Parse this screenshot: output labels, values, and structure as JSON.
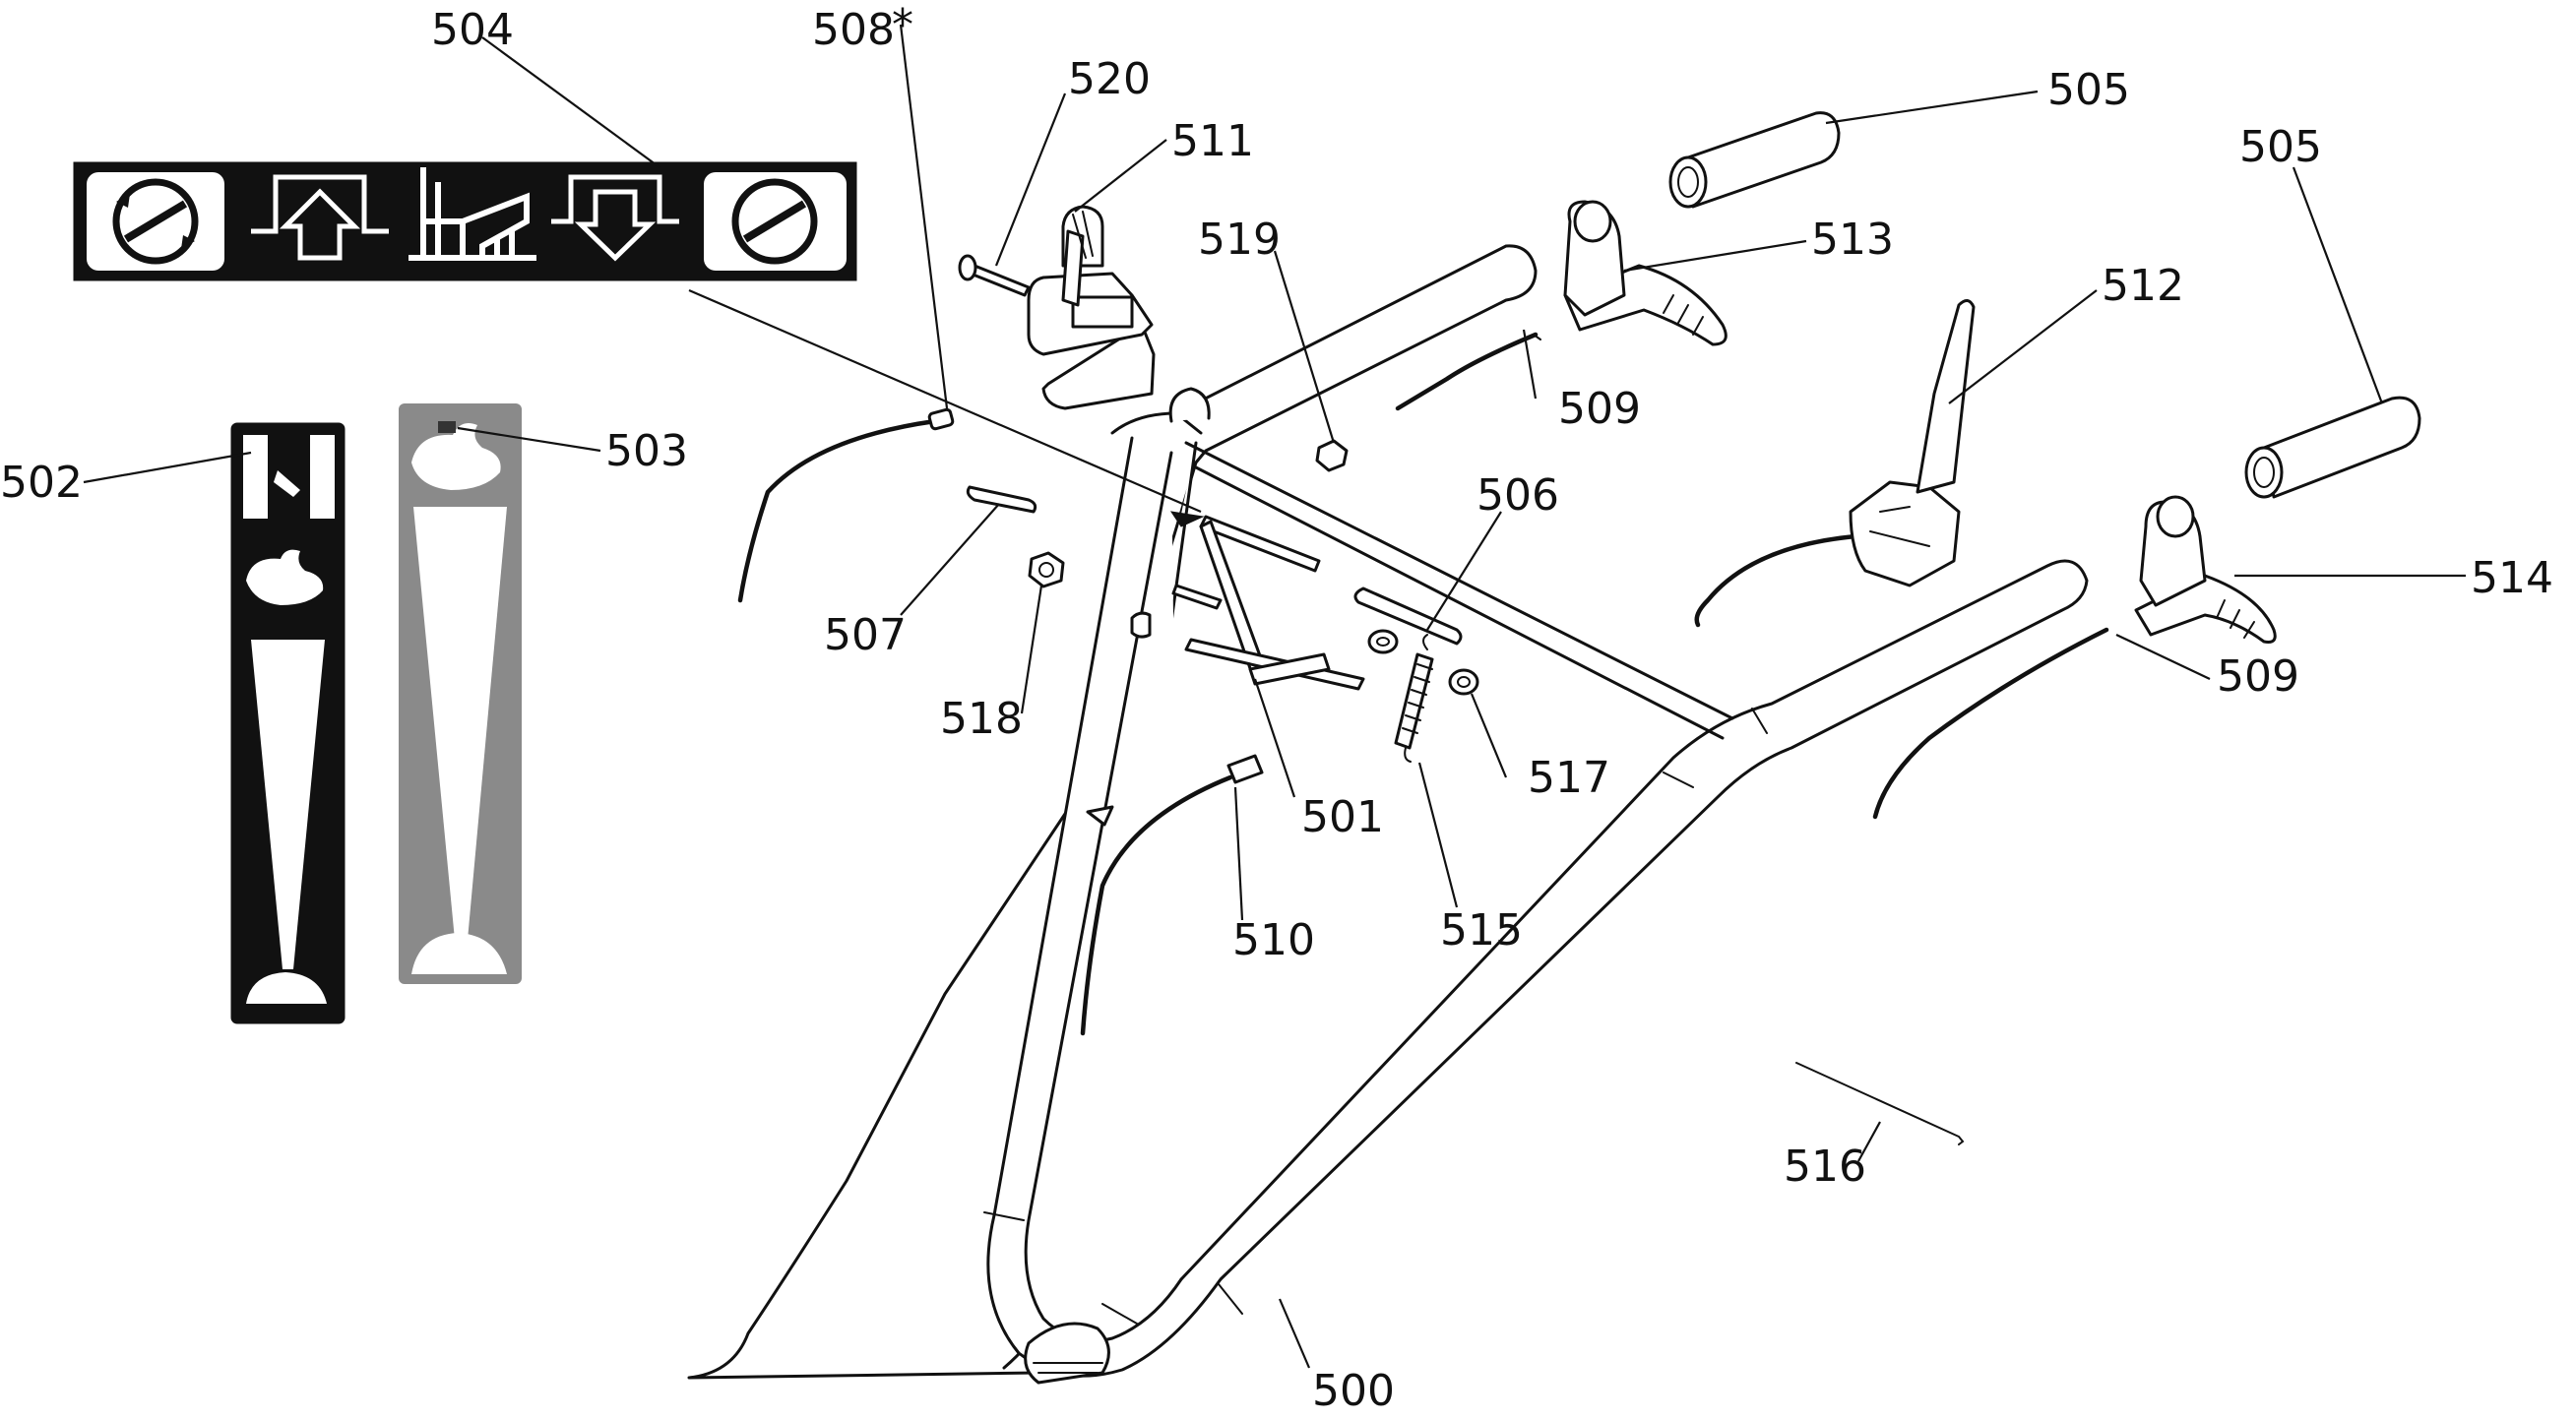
{
  "callouts": {
    "c500": "500",
    "c501": "501",
    "c502": "502",
    "c503": "503",
    "c504": "504",
    "c505a": "505",
    "c505b": "505",
    "c506": "506",
    "c507": "507",
    "c508": "508",
    "c508_mark": "*",
    "c509a": "509",
    "c509b": "509",
    "c510": "510",
    "c511": "511",
    "c512": "512",
    "c513": "513",
    "c514": "514",
    "c515": "515",
    "c516": "516",
    "c517": "517",
    "c518": "518",
    "c519": "519",
    "c520": "520"
  },
  "decals": {
    "control_panel": [
      "rotate-icon",
      "raise-arrow-icon",
      "chute-icon",
      "lower-arrow-icon",
      "stop-icon"
    ],
    "speed_black": [
      "neutral-icon",
      "rabbit-icon",
      "turtle-icon"
    ],
    "speed_grey": [
      "rabbit-icon",
      "turtle-icon"
    ]
  },
  "colors": {
    "ink": "#111111",
    "decal_grey": "#8a8a8a",
    "paper": "#ffffff"
  }
}
